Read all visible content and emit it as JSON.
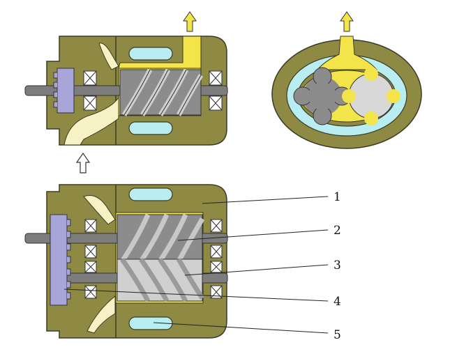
{
  "colors": {
    "housing": "#8e8a44",
    "housing_stroke": "#3a3a26",
    "suction_cream": "#f7f1c6",
    "discharge_yellow": "#f3e44a",
    "cyan": "#b8eef2",
    "shaft": "#7d7d7d",
    "rotor": "#8c8c8c",
    "rotor_light": "#d0d0d0",
    "gear": "#a8a6d8"
  },
  "icons": {
    "inlet": "arrow-up-outline",
    "outlet": "arrow-up-filled"
  },
  "callouts": [
    {
      "label": "1"
    },
    {
      "label": "2"
    },
    {
      "label": "3"
    },
    {
      "label": "4"
    },
    {
      "label": "5"
    }
  ]
}
